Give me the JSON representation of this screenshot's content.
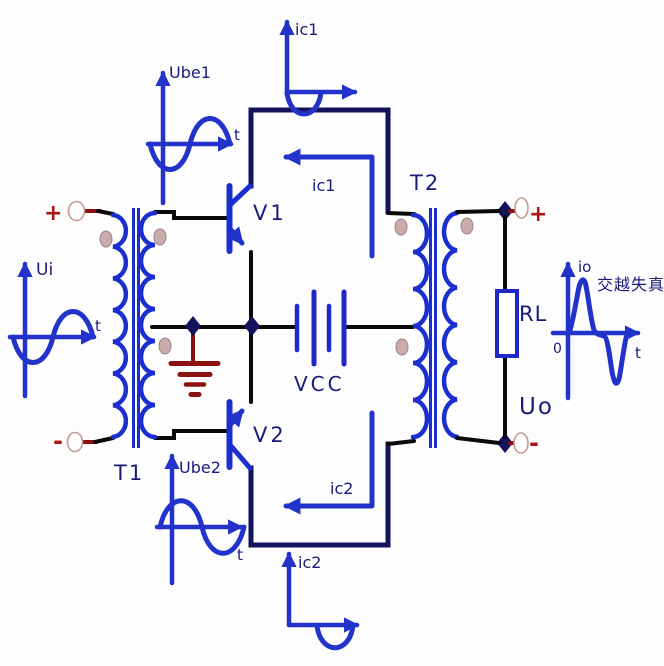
{
  "diagram_title": "push-pull transformer amplifier with crossover distortion",
  "labels": {
    "input_voltage": "Ui",
    "t_ui": "t",
    "input_plus": "+",
    "input_minus": "-",
    "transformer_input": "T1",
    "ube1": "Ube1",
    "t_ube1": "t",
    "ube2": "Ube2",
    "t_ube2": "t",
    "transistor_top": "V1",
    "transistor_bottom": "V2",
    "ic1_axis": "ic1",
    "ic1_current": "ic1",
    "ic2_axis": "ic2",
    "ic2_current": "ic2",
    "supply": "VCC",
    "transformer_output": "T2",
    "load": "RL",
    "output_voltage": "Uo",
    "output_plus": "+",
    "output_minus": "-",
    "io": "io",
    "crossover_distortion": "交越失真",
    "origin_zero": "0",
    "t_io": "t"
  },
  "colors": {
    "background": "#fdfdfe",
    "bright_blue": "#2233cc",
    "coil_blue": "#1b2fd0",
    "battery_blue": "#2126c8",
    "navy": "#13135e",
    "wire_black": "#0a0a0a",
    "text_navy": "#1a1a78",
    "dark_red": "#8b1111",
    "sign_red": "#aa1414",
    "dot_fill": "#c9abab",
    "dot_stroke": "#9b8282",
    "terminal_stroke": "#c59a92"
  }
}
